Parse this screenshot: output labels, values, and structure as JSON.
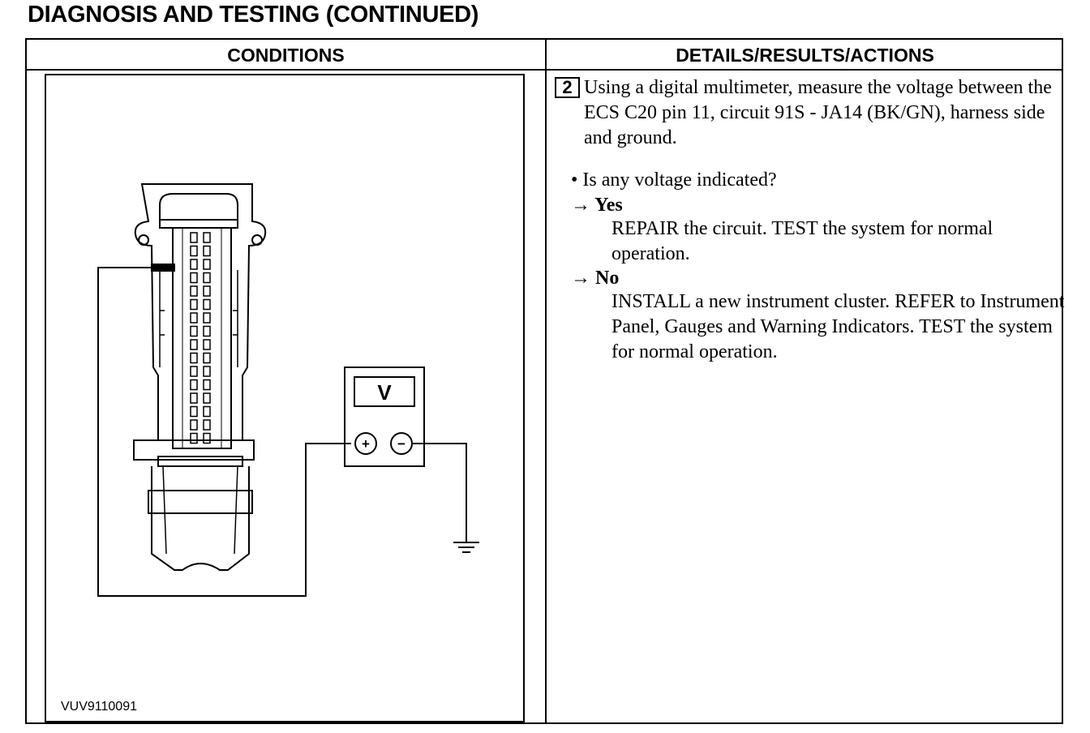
{
  "page": {
    "title": "DIAGNOSIS AND TESTING (CONTINUED)"
  },
  "table": {
    "conditions_header": "CONDITIONS",
    "details_header": "DETAILS/RESULTS/ACTIONS"
  },
  "figure": {
    "code": "VUV9110091",
    "meter_display": "V",
    "plus_terminal": "+",
    "minus_terminal": "−"
  },
  "step": {
    "number": "2",
    "instruction": "Using a digital multimeter, measure the voltage between the ECS C20 pin 11, circuit 91S - JA14 (BK/GN), harness side and ground.",
    "question": "• Is any voltage indicated?",
    "arrow": "→",
    "yes_label": "Yes",
    "yes_action": "REPAIR the circuit. TEST the system for normal operation.",
    "no_label": "No",
    "no_action": "INSTALL a new instrument cluster.  REFER to Instrument Panel, Gauges and Warning Indicators. TEST the system for normal operation."
  }
}
